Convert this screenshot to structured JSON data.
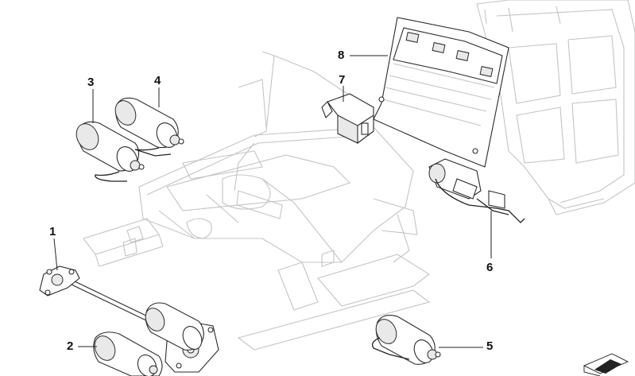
{
  "diagram": {
    "callouts": [
      {
        "id": "1",
        "label": "1"
      },
      {
        "id": "2",
        "label": "2"
      },
      {
        "id": "3",
        "label": "3"
      },
      {
        "id": "4",
        "label": "4"
      },
      {
        "id": "5",
        "label": "5"
      },
      {
        "id": "6",
        "label": "6"
      },
      {
        "id": "7",
        "label": "7"
      },
      {
        "id": "8",
        "label": "8"
      }
    ],
    "colors": {
      "background": "#ffffff",
      "ghost_outline": "#c4c4c4",
      "part_outline": "#2a2a2a",
      "part_shading": "#e9e9e9"
    },
    "icons": [
      "seat-frame-outline",
      "backrest-outline",
      "motor-icon",
      "relay-icon",
      "control-plate-icon",
      "cable-harness-icon",
      "corner-logo-icon"
    ]
  }
}
